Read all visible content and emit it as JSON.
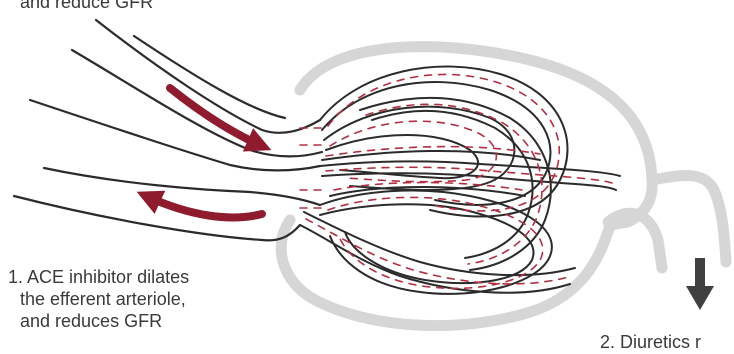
{
  "colors": {
    "vessel_stroke": "#2b2b2b",
    "dashes": "#b03042",
    "flow_arrow": "#8e1b2e",
    "capsule": "#d6d6d6",
    "down_arrow": "#404040",
    "text": "#3a3a3a"
  },
  "top_caption": {
    "text": "and reduce GFR"
  },
  "ace_caption": {
    "line1": "1. ACE inhibitor dilates",
    "line2": "the efferent arteriole,",
    "line3": "and reduces GFR"
  },
  "diuretic_caption": {
    "text": "2. Diuretics r"
  },
  "icons": {
    "afferent_flow": "arrow-right-icon",
    "efferent_flow": "arrow-left-icon",
    "tubule_flow": "arrow-down-icon"
  }
}
